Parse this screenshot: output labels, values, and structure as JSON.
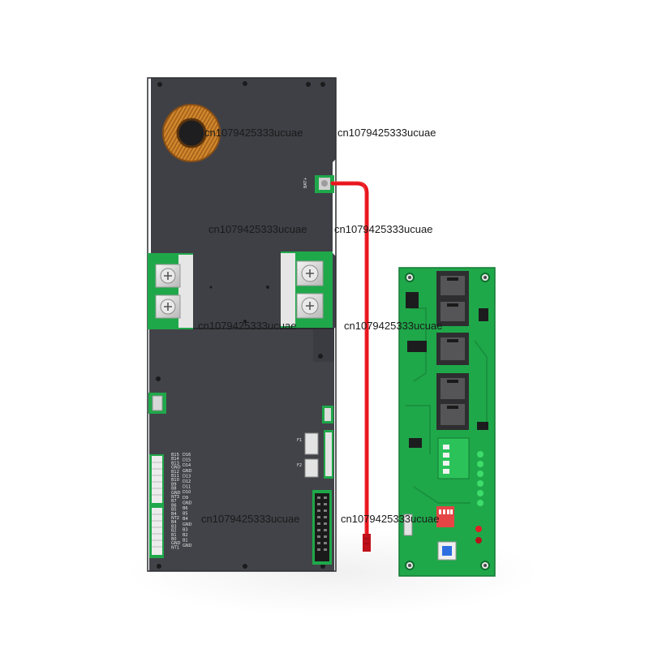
{
  "watermarks": [
    "cn1079425333ucuae",
    "cn1079425333ucuae",
    "cn1079425333ucuae",
    "cn1079425333ucuae",
    "cn1079425333ucuae",
    "cn1079425333ucuae",
    "cn1079425333ucuae",
    "cn1079425333ucuae"
  ],
  "silkscreen": {
    "bat_plus": "BAT+",
    "left_pins": [
      "B15",
      "B14",
      "B13",
      "GND",
      "B12",
      "B11",
      "B10",
      "B9",
      "B8",
      "GND",
      "NT3",
      "B7",
      "B6",
      "B5",
      "B4",
      "NT2",
      "B4",
      "B3",
      "B2",
      "B1",
      "B0",
      "GND",
      "NT1"
    ],
    "left_pins_b": [
      "D16",
      "D15",
      "D14",
      "GND",
      "D13",
      "D12",
      "D11",
      "D10",
      "D9",
      "GND",
      "B6",
      "B5",
      "B4",
      "GND",
      "B3",
      "B2",
      "B1",
      "GND"
    ],
    "fuse_labels": [
      "F1",
      "F2"
    ]
  },
  "colors": {
    "bms_board": "#3f4046",
    "bms_board_edge": "#2c2d31",
    "pcb_green": "#1fa84a",
    "pcb_green_dark": "#168a3a",
    "cable_red": "#e8141b",
    "copper": "#c9802c",
    "terminal_silver": "#d9d9d9"
  },
  "icons": [
    "toroid-inductor",
    "screw-terminal",
    "rj45-port",
    "dip-switch",
    "led"
  ]
}
